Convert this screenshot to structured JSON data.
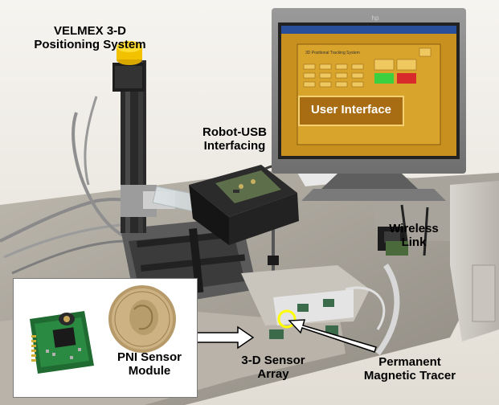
{
  "labels": {
    "velmex_line1": "VELMEX 3-D",
    "velmex_line2": "Positioning System",
    "robot_line1": "Robot-USB",
    "robot_line2": "Interfacing",
    "user_interface": "User Interface",
    "wireless_line1": "Wireless",
    "wireless_line2": "Link",
    "pni_line1": "PNI Sensor",
    "pni_line2": "Module",
    "array_line1": "3-D Sensor",
    "array_line2": "Array",
    "tracer_line1": "Permanent",
    "tracer_line2": "Magnetic Tracer"
  },
  "screen": {
    "window_title": "3D Positional Tracking System",
    "brand": "hp"
  },
  "colors": {
    "screen_bg": "#c8901e",
    "screen_panel": "#e8b23a",
    "green_button": "#3bd040",
    "red_button": "#d82a2a",
    "highlight_circle": "#ffff00",
    "arrow_fill": "#ffffff"
  }
}
